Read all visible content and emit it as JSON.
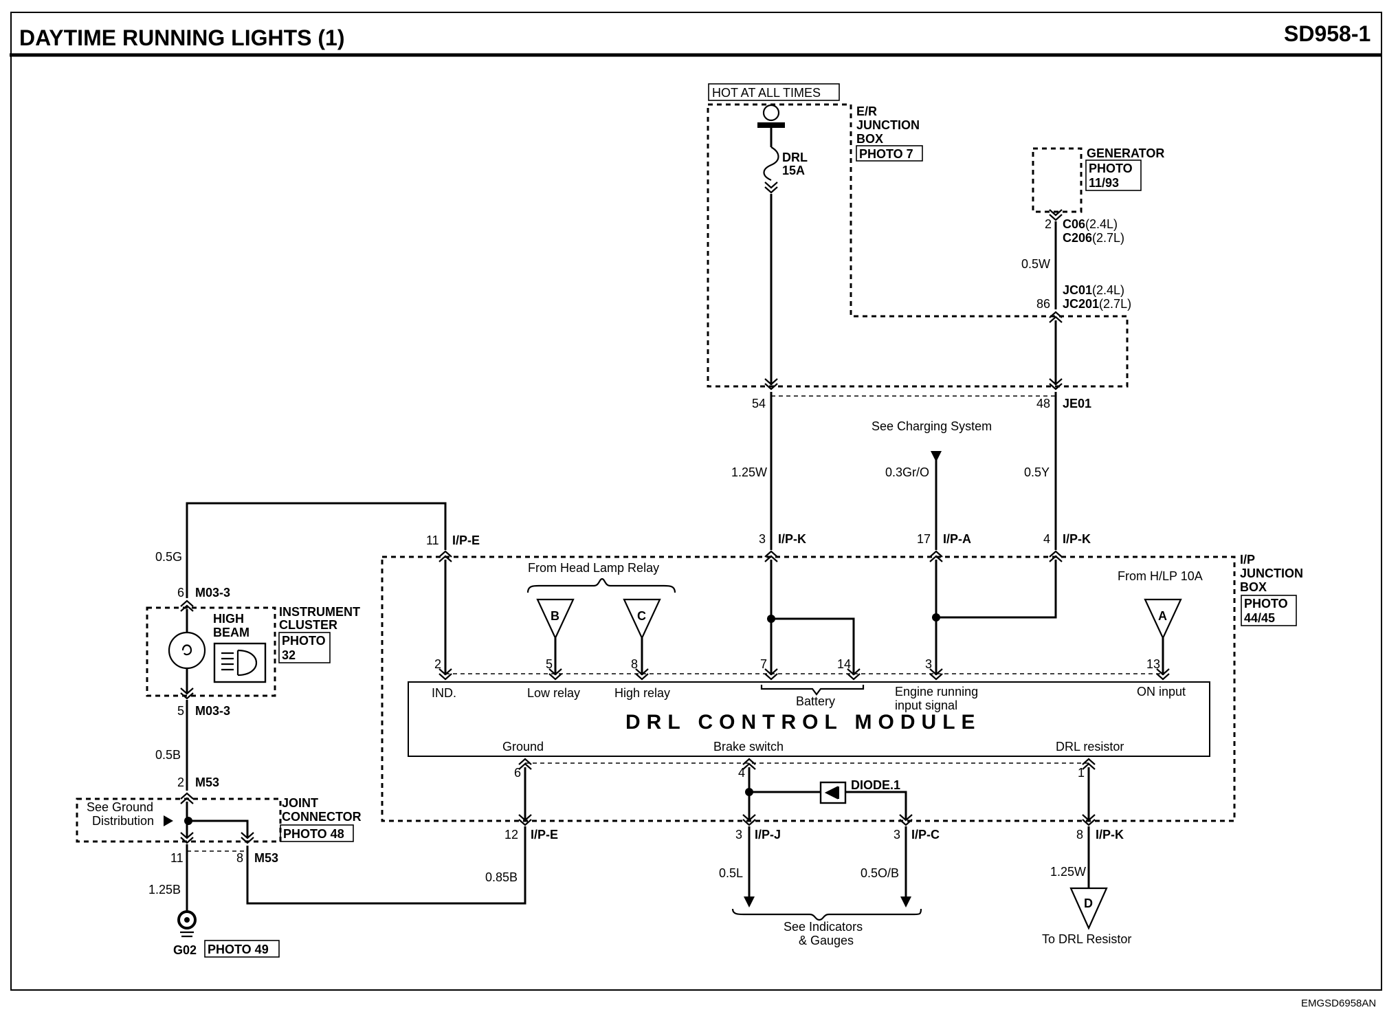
{
  "header": {
    "title": "DAYTIME RUNNING LIGHTS (1)",
    "code": "SD958-1"
  },
  "footer_code": "EMGSD6958AN",
  "er_box": {
    "hot": "HOT AT ALL TIMES",
    "name1": "E/R",
    "name2": "JUNCTION",
    "name3": "BOX",
    "photo": "PHOTO 7",
    "fuse1": "DRL",
    "fuse2": "15A",
    "pin54": "54",
    "pin48": "48",
    "conn": "JE01"
  },
  "generator": {
    "name": "GENERATOR",
    "photo1": "PHOTO",
    "photo2": "11/93",
    "pin2": "2",
    "c06": "C06",
    "c06v": "(2.4L)",
    "c206": "C206",
    "c206v": "(2.7L)",
    "wire": "0.5W",
    "pin86": "86",
    "jc01": "JC01",
    "jc01v": "(2.4L)",
    "jc201": "JC201",
    "jc201v": "(2.7L)"
  },
  "charging": {
    "label": "See Charging System",
    "wire": "0.3Gr/O"
  },
  "wires": {
    "w125": "1.25W",
    "w05y": "0.5Y",
    "w05g": "0.5G",
    "w05b": "0.5B",
    "w125b": "1.25B",
    "w085b": "0.85B",
    "w05l": "0.5L",
    "w05ob": "0.5O/B",
    "w125w": "1.25W"
  },
  "pins": {
    "p11": "11",
    "p3a": "3",
    "p17": "17",
    "p4": "4",
    "p6a": "6",
    "p5a": "5",
    "p2a": "2",
    "p11b": "11",
    "p8a": "8",
    "p2b": "2",
    "p5b": "5",
    "p8b": "8",
    "p7": "7",
    "p14": "14",
    "p3b": "3",
    "p13": "13",
    "p6b": "6",
    "p4b": "4",
    "p1": "1",
    "p12": "12",
    "p3c": "3",
    "p3d": "3",
    "p8c": "8"
  },
  "connectors": {
    "ipe1": "I/P-E",
    "ipk1": "I/P-K",
    "ipa": "I/P-A",
    "ipk2": "I/P-K",
    "m033a": "M03-3",
    "m033b": "M03-3",
    "m53a": "M53",
    "m53b": "M53",
    "ipe2": "I/P-E",
    "ipj": "I/P-J",
    "ipc": "I/P-C",
    "ipk3": "I/P-K"
  },
  "ip_box": {
    "n1": "I/P",
    "n2": "JUNCTION",
    "n3": "BOX",
    "photo1": "PHOTO",
    "photo2": "44/45",
    "hlp": "From H/LP 10A"
  },
  "relay_label": "From Head Lamp Relay",
  "cluster": {
    "name1": "INSTRUMENT",
    "name2": "CLUSTER",
    "photo1": "PHOTO",
    "photo2": "32",
    "hb1": "HIGH",
    "hb2": "BEAM"
  },
  "joint": {
    "name1": "JOINT",
    "name2": "CONNECTOR",
    "photo": "PHOTO 48",
    "see1": "See Ground",
    "see2": "Distribution"
  },
  "ground": {
    "name": "G02",
    "photo": "PHOTO 49"
  },
  "module": {
    "title": "DRL CONTROL MODULE",
    "ind": "IND.",
    "low": "Low relay",
    "high": "High relay",
    "battery": "Battery",
    "eng1": "Engine running",
    "eng2": "input signal",
    "on": "ON input",
    "gnd": "Ground",
    "brake": "Brake switch",
    "res": "DRL resistor"
  },
  "diode": "DIODE.1",
  "indicators": {
    "l1": "See Indicators",
    "l2": "& Gauges"
  },
  "to_res": "To DRL Resistor",
  "refs": {
    "a": "A",
    "b": "B",
    "c": "C",
    "d": "D"
  }
}
